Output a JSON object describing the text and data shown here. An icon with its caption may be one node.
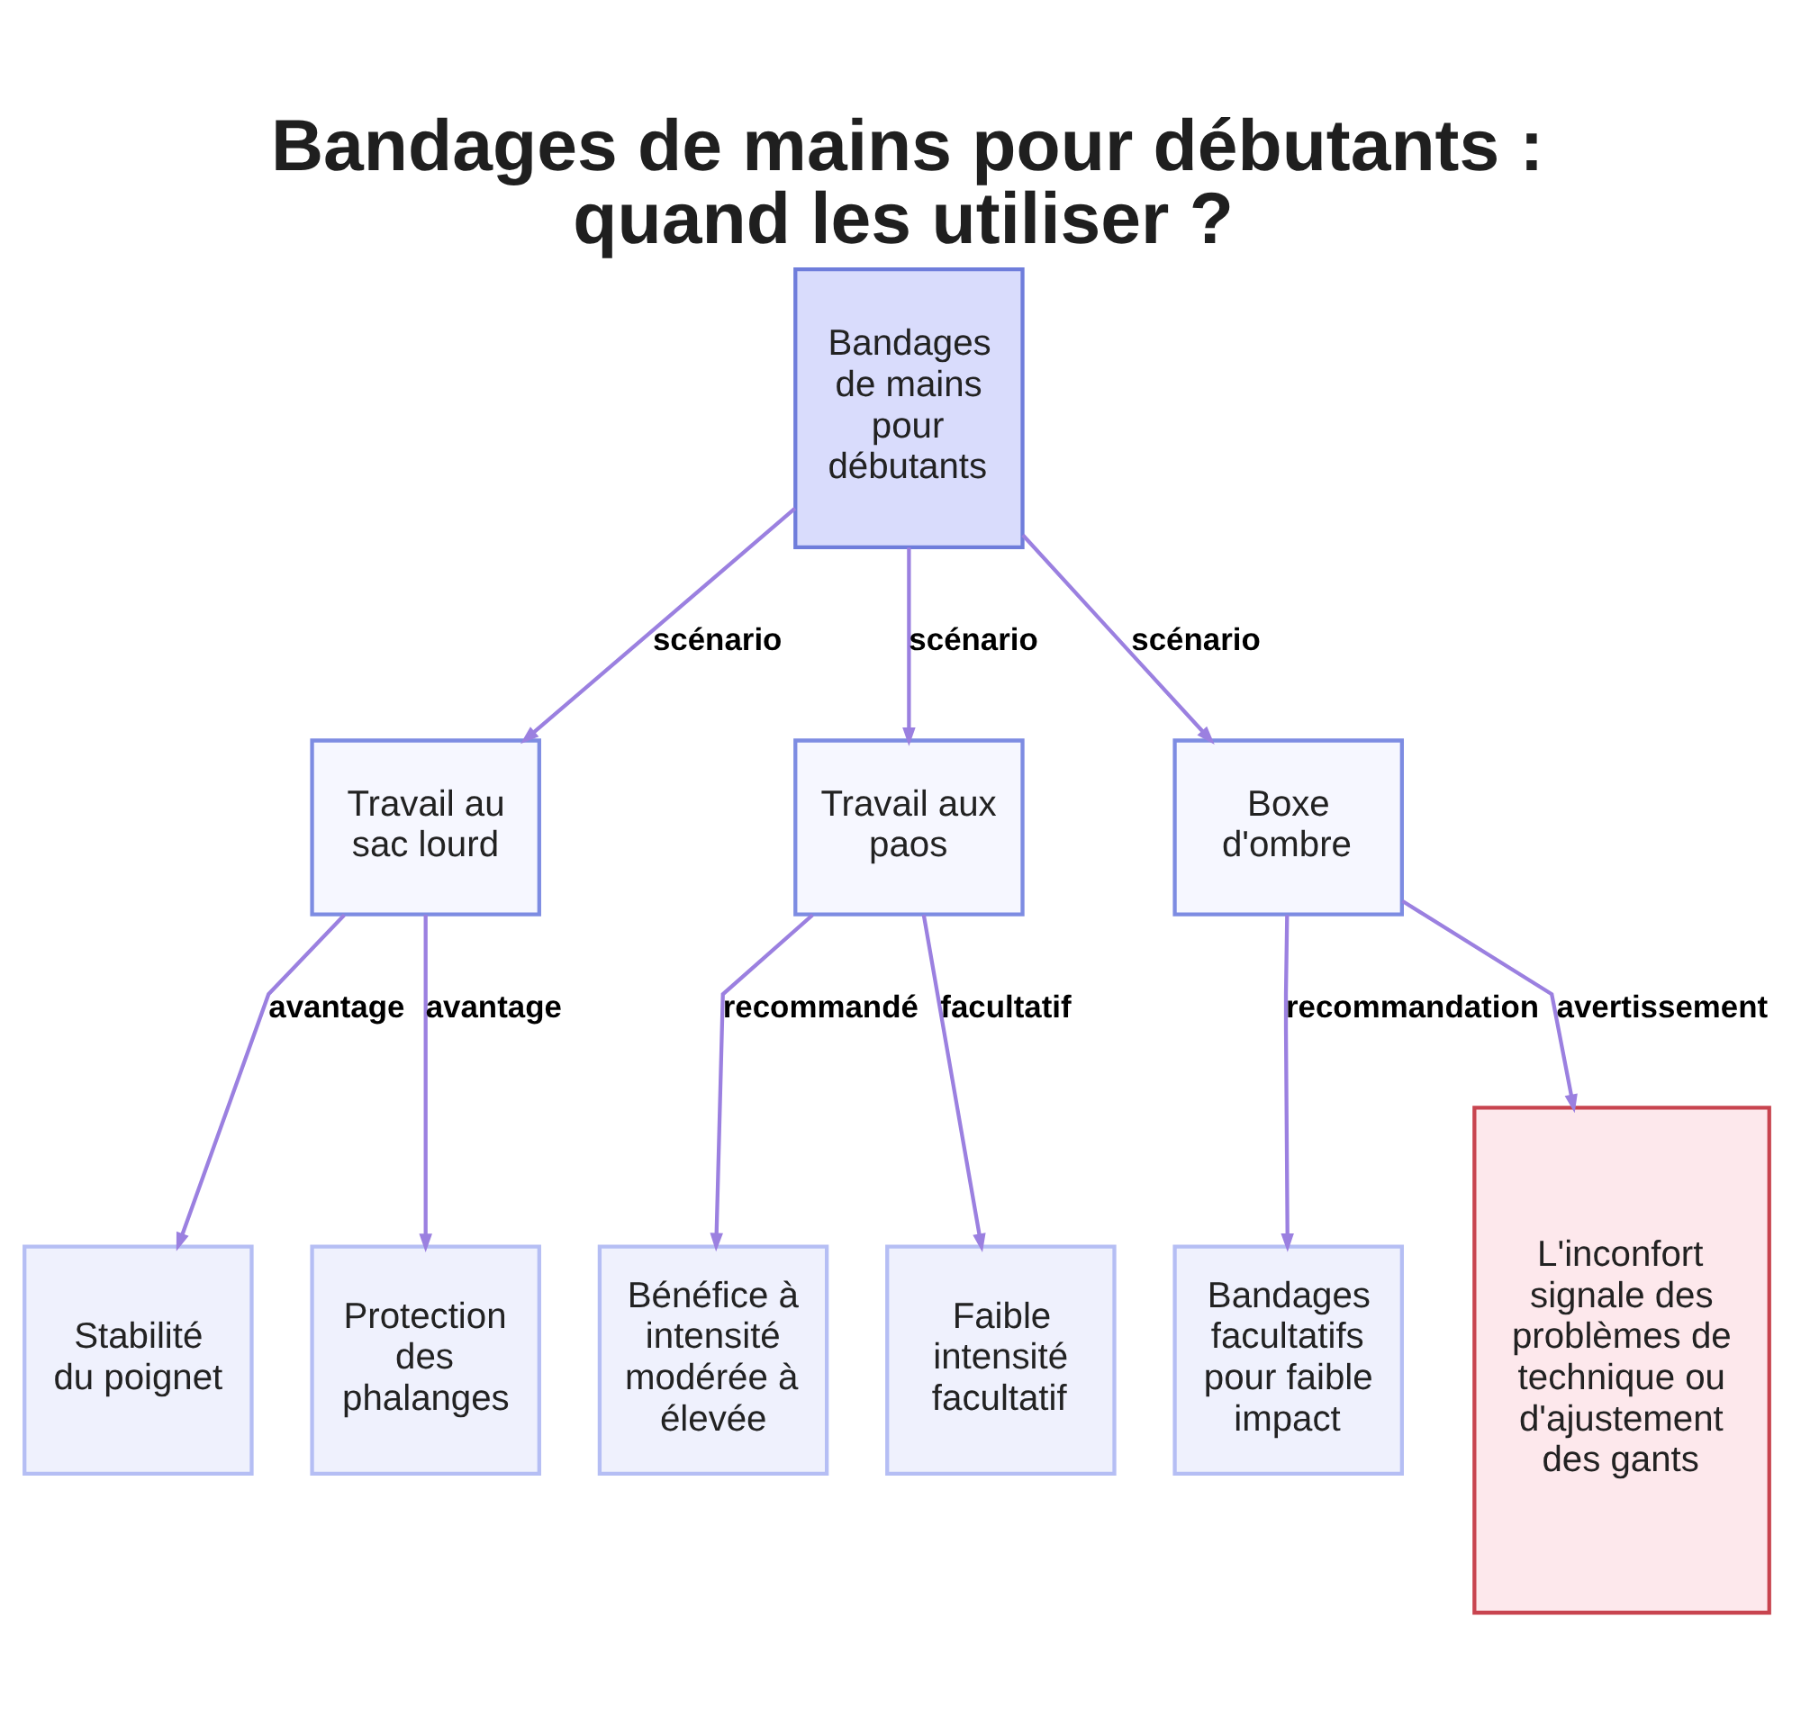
{
  "diagram": {
    "title": "Bandages de mains pour débutants : quand les utiliser ?",
    "nodes": [
      {
        "text": [
          "Bandages de mains pour débutants"
        ]
      },
      {
        "text": [
          "Travail au sac lourd"
        ]
      },
      {
        "text": [
          "Travail aux paos"
        ]
      },
      {
        "text": [
          "Boxe d'ombre"
        ]
      },
      {
        "text": [
          "Stabilité du poignet"
        ]
      },
      {
        "text": [
          "Protection des phalanges"
        ]
      },
      {
        "text": [
          "Bénéfice à intensité modérée à élevée"
        ]
      },
      {
        "text": [
          "Faible intensité facultatif"
        ]
      },
      {
        "text": [
          "Bandages facultatifs pour faible impact"
        ]
      },
      {
        "text": [
          "L'inconfort signale des problèmes de technique ou d'ajustement des gants"
        ]
      }
    ],
    "edges": [
      {
        "from": 0,
        "to": 1,
        "arrow": "to",
        "label": "scénario"
      },
      {
        "from": 0,
        "to": 2,
        "arrow": "to",
        "label": "scénario"
      },
      {
        "from": 0,
        "to": 3,
        "arrow": "to",
        "label": "scénario"
      },
      {
        "from": 1,
        "to": 4,
        "arrow": "to",
        "label": "avantage"
      },
      {
        "from": 1,
        "to": 5,
        "arrow": "to",
        "label": "avantage"
      },
      {
        "from": 2,
        "to": 6,
        "arrow": "to",
        "label": "recommandé"
      },
      {
        "from": 2,
        "to": 7,
        "arrow": "to",
        "label": "facultatif"
      },
      {
        "from": 3,
        "to": 8,
        "arrow": "to",
        "label": "recommandation"
      },
      {
        "from": 3,
        "to": 9,
        "arrow": "to",
        "label": "avertissement"
      }
    ]
  }
}
